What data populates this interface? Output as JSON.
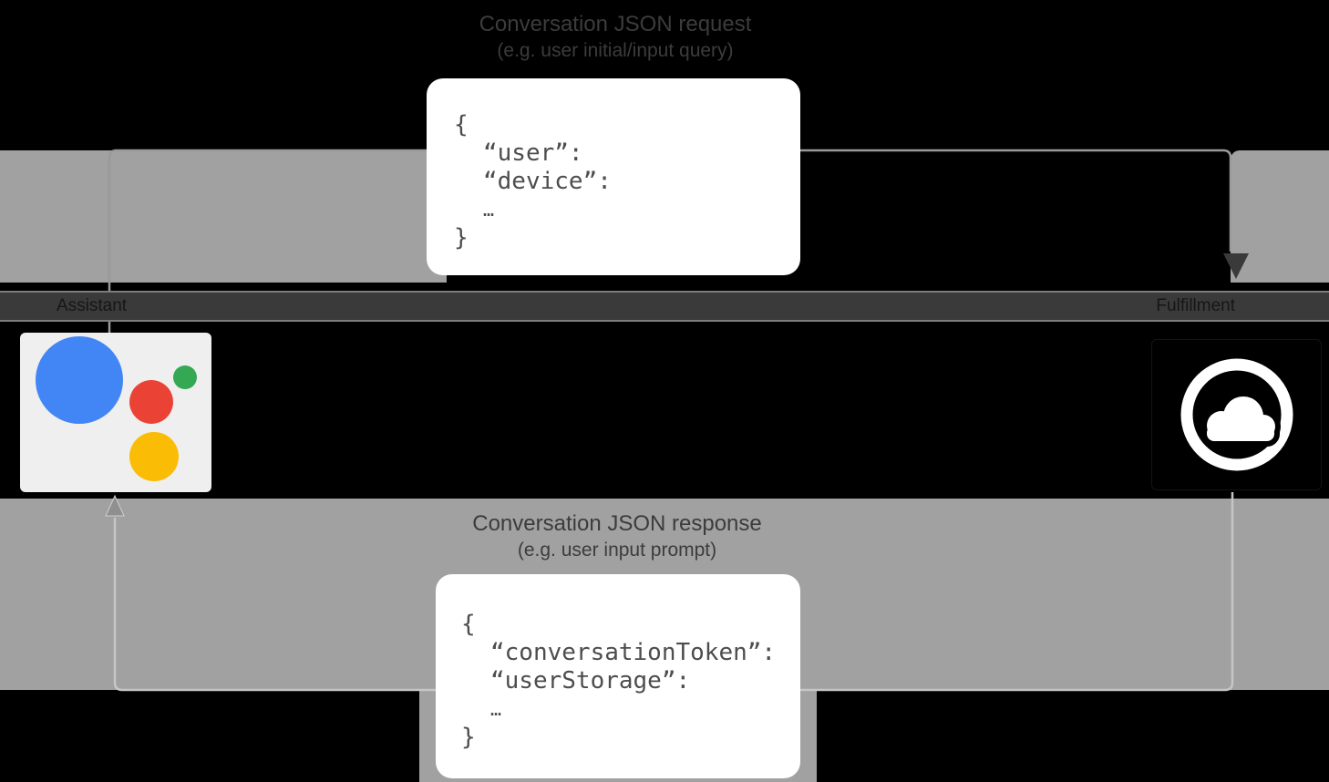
{
  "request_flow": {
    "title": "Conversation JSON request",
    "subtitle": "(e.g. user initial/input query)",
    "code_lines": [
      "{",
      "“user”:",
      "“device”:",
      "…",
      "}"
    ]
  },
  "response_flow": {
    "title": "Conversation JSON response",
    "subtitle": "(e.g. user input prompt)",
    "code_lines": [
      "{",
      "“conversationToken”:",
      "“userStorage”:",
      "…",
      "}"
    ]
  },
  "nodes": {
    "assistant": {
      "label": "Assistant"
    },
    "fulfillment": {
      "label": "Fulfillment"
    }
  },
  "icons": {
    "assistant": "google-assistant-logo",
    "fulfillment": "cloud-icon",
    "request_arrowhead": "arrowhead-down-icon",
    "response_arrowhead": "arrowhead-up-icon"
  },
  "colors": {
    "background": "#000000",
    "panel_gray": "#a1a1a1",
    "label_band": "#3a3a3a",
    "arrow_gray": "#9a9a9a",
    "arrow_light": "#c6c6c6",
    "card_white": "#ffffff",
    "assistant_blue": "#4285f4",
    "assistant_green": "#34a853",
    "assistant_red": "#ea4335",
    "assistant_yellow": "#fbbc05"
  }
}
